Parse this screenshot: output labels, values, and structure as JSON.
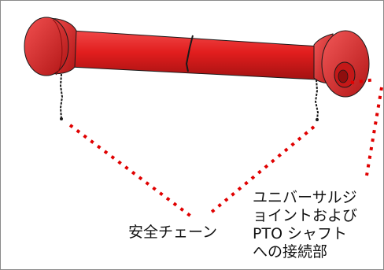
{
  "labels": {
    "safety_chain": "安全チェーン",
    "joint_line1": "ユニバーサルジ",
    "joint_line2": "ョイントおよび",
    "joint_line3": "PTO シャフト",
    "joint_line4": "への接続部"
  },
  "colors": {
    "shaft_red": "#e11d1d",
    "shaft_dark": "#7a0d0d",
    "leader_dots": "#e00000",
    "outline": "#1a1a1a"
  },
  "icons": {
    "chain": "hanging-chain"
  }
}
